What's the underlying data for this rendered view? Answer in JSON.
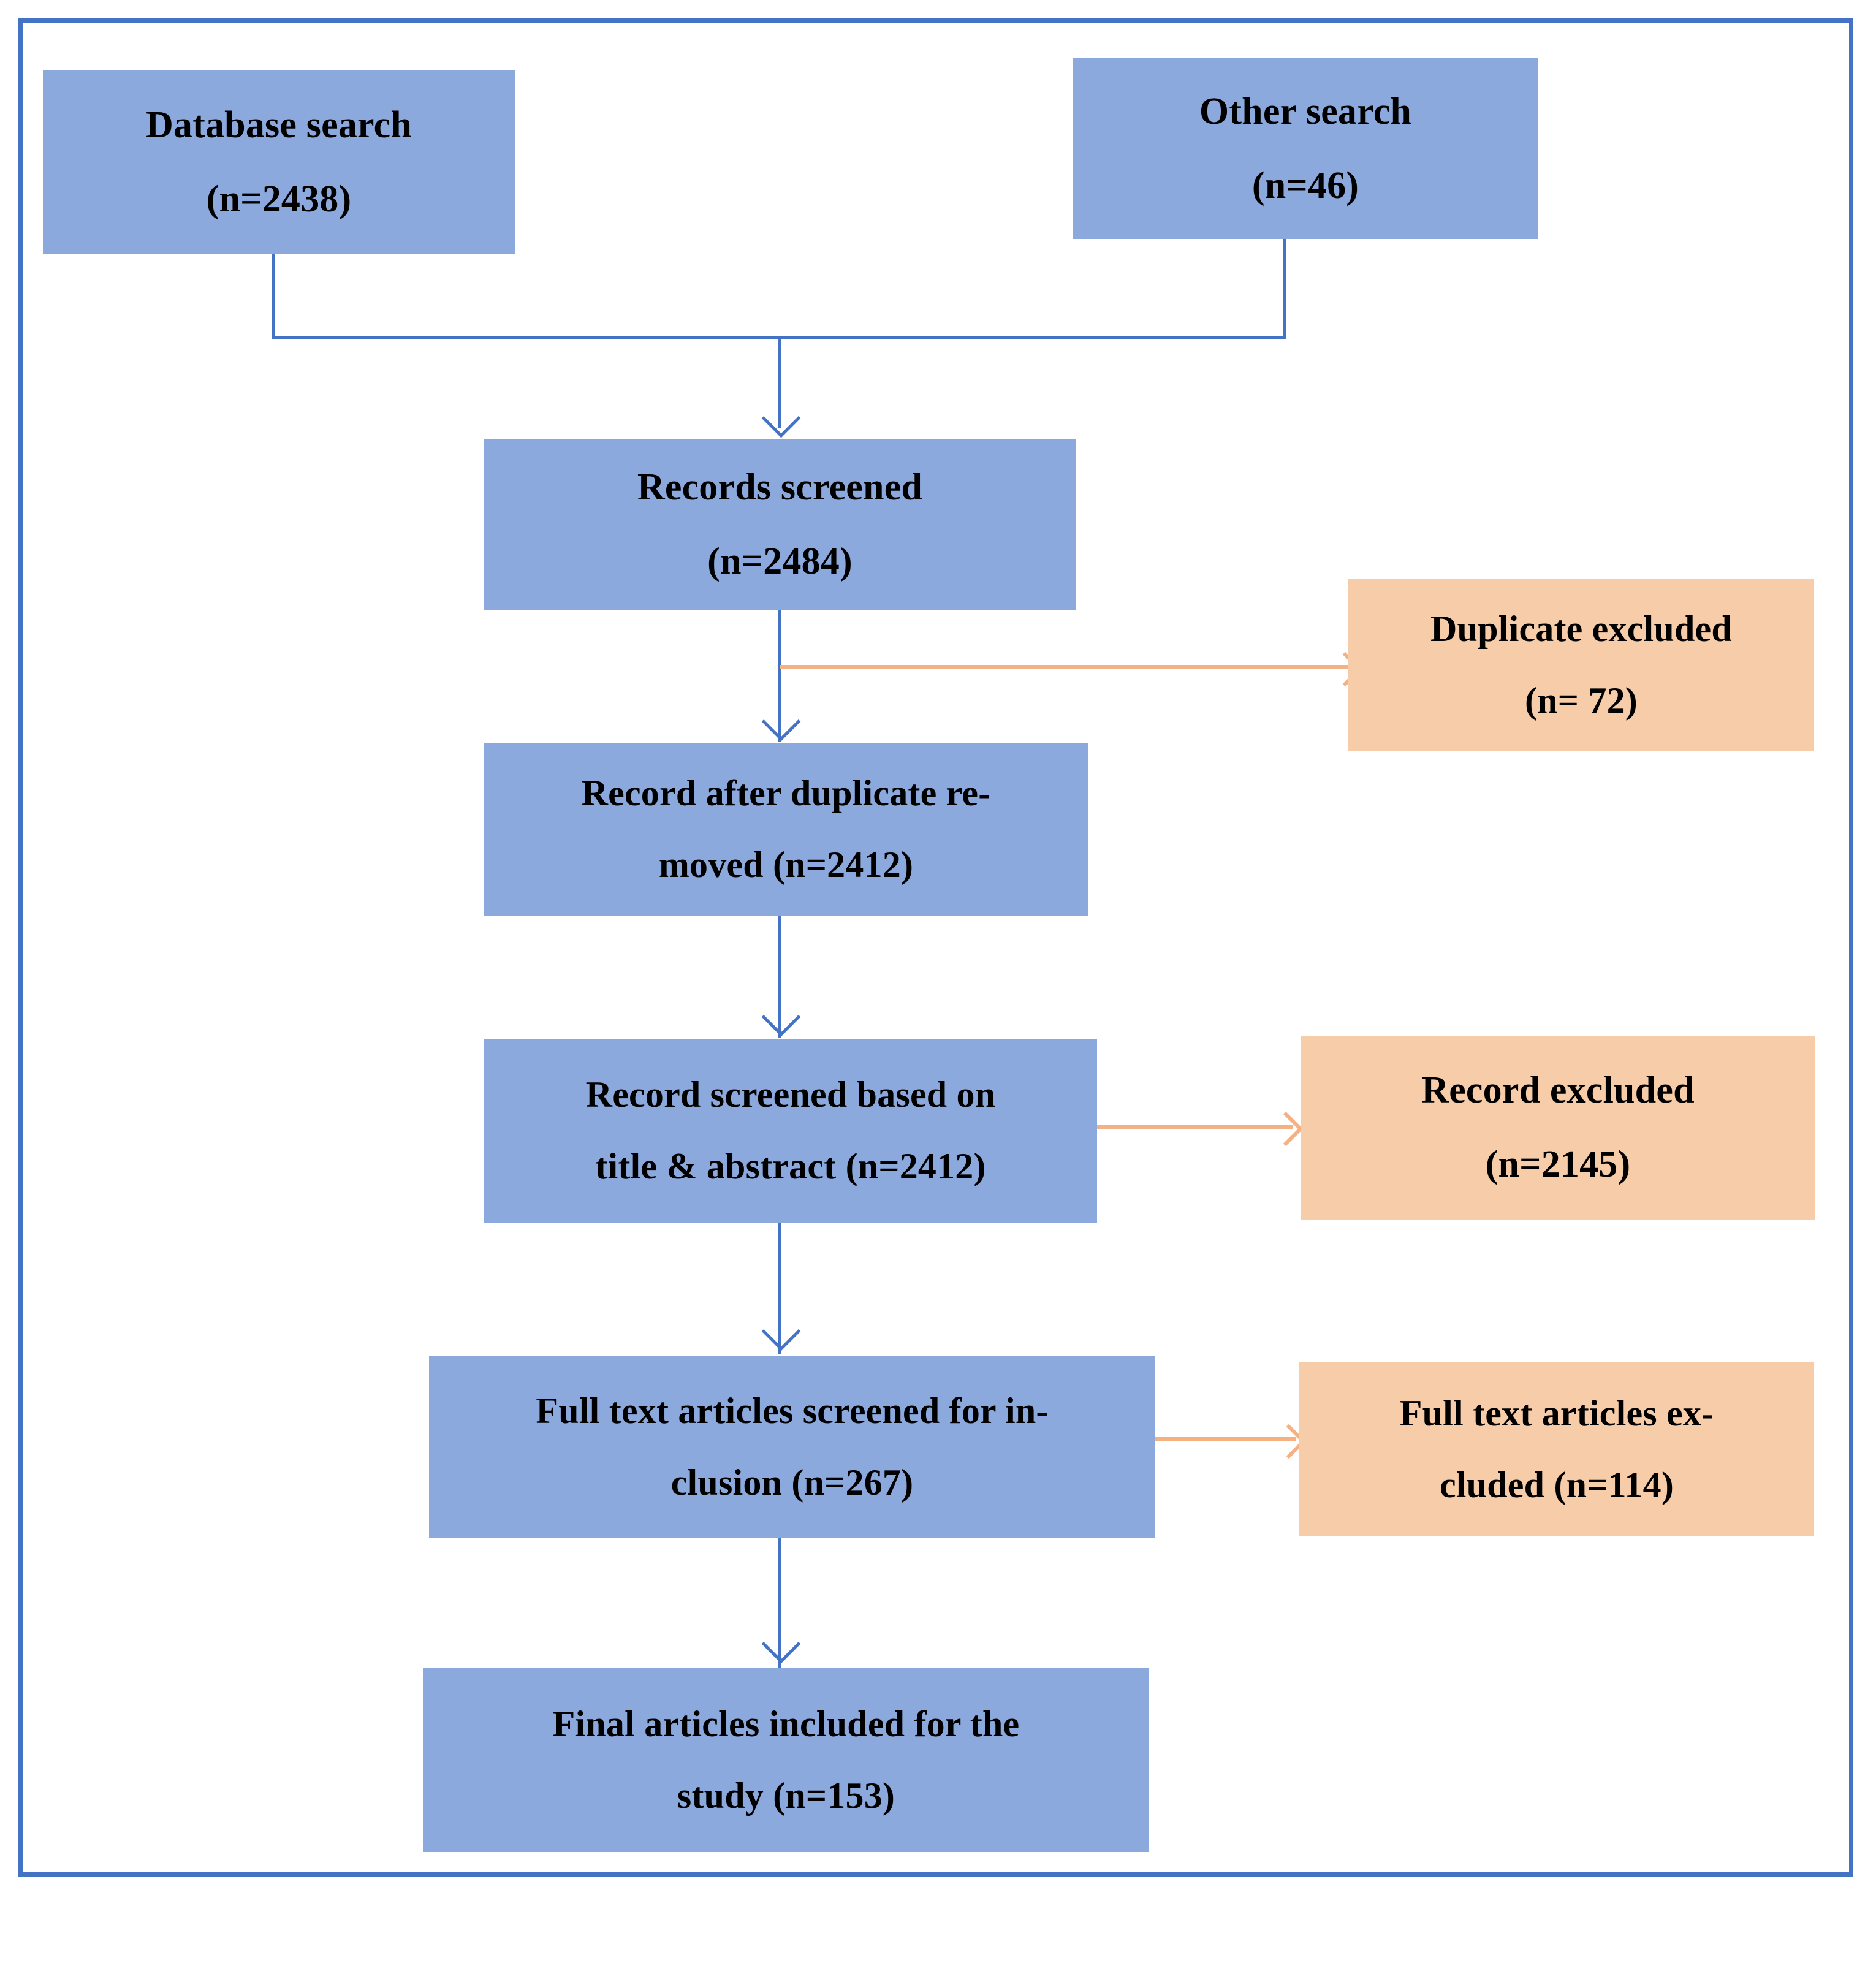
{
  "figure": {
    "type": "prisma-flow-diagram",
    "border_color": "#4472C4",
    "background": "#ffffff"
  },
  "palette": {
    "box_blue": "#8CA9DE",
    "box_orange": "#F7CCA9",
    "connector_blue": "#4472C4",
    "connector_orange": "#F4B183",
    "text": "#000000"
  },
  "nodes": {
    "database_search": {
      "line1": "Database search",
      "line2": "(n=2438)",
      "fill": "#8CA9DE"
    },
    "other_search": {
      "line1": "Other search",
      "line2": "(n=46)",
      "fill": "#8CA9DE"
    },
    "records_screened": {
      "line1": "Records screened",
      "line2": "(n=2484)",
      "fill": "#8CA9DE"
    },
    "duplicate_excluded": {
      "line1": "Duplicate  excluded",
      "line2": "(n= 72)",
      "fill": "#F7CCA9"
    },
    "record_after_duplicate_removed": {
      "line1": "Record after duplicate re-",
      "line2": "moved (n=2412)",
      "fill": "#8CA9DE"
    },
    "record_screened_title_abstract": {
      "line1": "Record screened based on",
      "line2": "title & abstract (n=2412)",
      "fill": "#8CA9DE"
    },
    "record_excluded": {
      "line1": "Record excluded",
      "line2": "(n=2145)",
      "fill": "#F7CCA9"
    },
    "full_text_screened": {
      "line1": "Full text articles screened for in-",
      "line2": "clusion (n=267)",
      "fill": "#8CA9DE"
    },
    "full_text_excluded": {
      "line1": "Full text articles ex-",
      "line2": "cluded (n=114)",
      "fill": "#F7CCA9"
    },
    "final_articles_included": {
      "line1": "Final articles included for the",
      "line2": "study (n=153)",
      "fill": "#8CA9DE"
    }
  },
  "chart_data": {
    "type": "diagram",
    "title": "PRISMA study-selection flow diagram",
    "stages": [
      {
        "label": "Database search",
        "n": 2438,
        "kind": "identification"
      },
      {
        "label": "Other search",
        "n": 46,
        "kind": "identification"
      },
      {
        "label": "Records screened",
        "n": 2484,
        "kind": "screening"
      },
      {
        "label": "Duplicate  excluded",
        "n": 72,
        "kind": "exclusion"
      },
      {
        "label": "Record after duplicate removed",
        "n": 2412,
        "kind": "screening"
      },
      {
        "label": "Record screened based on title & abstract",
        "n": 2412,
        "kind": "screening"
      },
      {
        "label": "Record excluded",
        "n": 2145,
        "kind": "exclusion"
      },
      {
        "label": "Full text articles screened for inclusion",
        "n": 267,
        "kind": "eligibility"
      },
      {
        "label": "Full text articles excluded",
        "n": 114,
        "kind": "exclusion"
      },
      {
        "label": "Final articles included for the study",
        "n": 153,
        "kind": "included"
      }
    ],
    "edges": [
      {
        "from": "Database search",
        "to": "Records screened"
      },
      {
        "from": "Other search",
        "to": "Records screened"
      },
      {
        "from": "Records screened",
        "to": "Duplicate  excluded"
      },
      {
        "from": "Records screened",
        "to": "Record after duplicate removed"
      },
      {
        "from": "Record after duplicate removed",
        "to": "Record screened based on title & abstract"
      },
      {
        "from": "Record screened based on title & abstract",
        "to": "Record excluded"
      },
      {
        "from": "Record screened based on title & abstract",
        "to": "Full text articles screened for inclusion"
      },
      {
        "from": "Full text articles screened for inclusion",
        "to": "Full text articles excluded"
      },
      {
        "from": "Full text articles screened for inclusion",
        "to": "Final articles included for the study"
      }
    ]
  }
}
